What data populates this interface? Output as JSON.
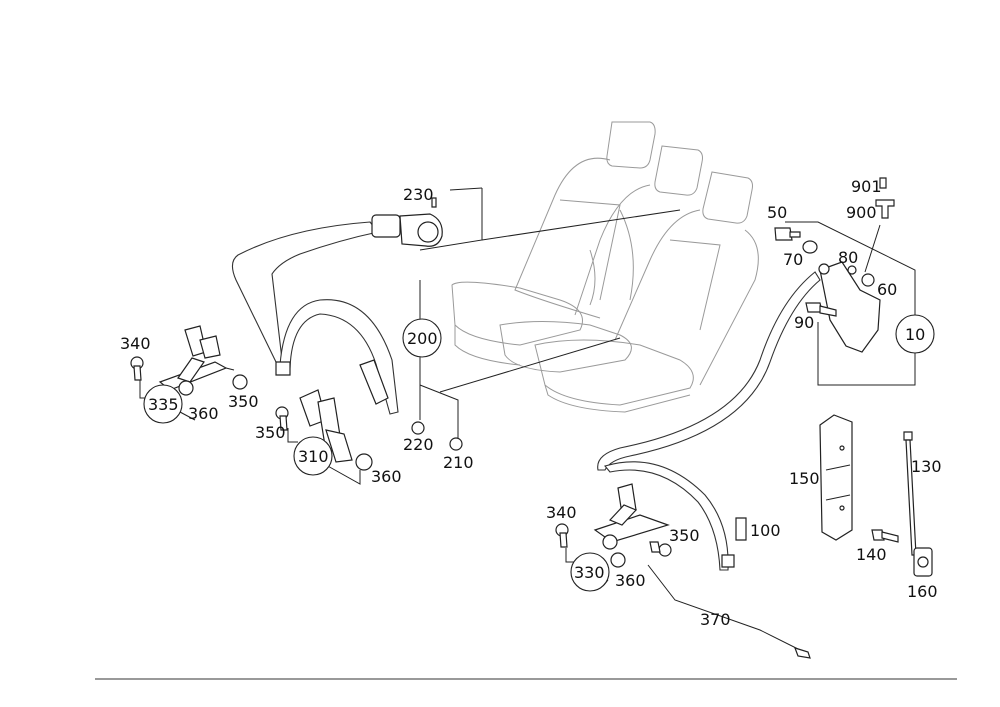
{
  "callouts": {
    "c10": "10",
    "c50": "50",
    "c60": "60",
    "c70": "70",
    "c80": "80",
    "c90": "90",
    "c100": "100",
    "c130": "130",
    "c140": "140",
    "c150": "150",
    "c160": "160",
    "c200": "200",
    "c210": "210",
    "c220": "220",
    "c230": "230",
    "c310": "310",
    "c330": "330",
    "c335": "335",
    "c340a": "340",
    "c340b": "340",
    "c350a": "350",
    "c350b": "350",
    "c350c": "350",
    "c360a": "360",
    "c360b": "360",
    "c360c": "360",
    "c370": "370",
    "c900": "900",
    "c901": "901"
  }
}
